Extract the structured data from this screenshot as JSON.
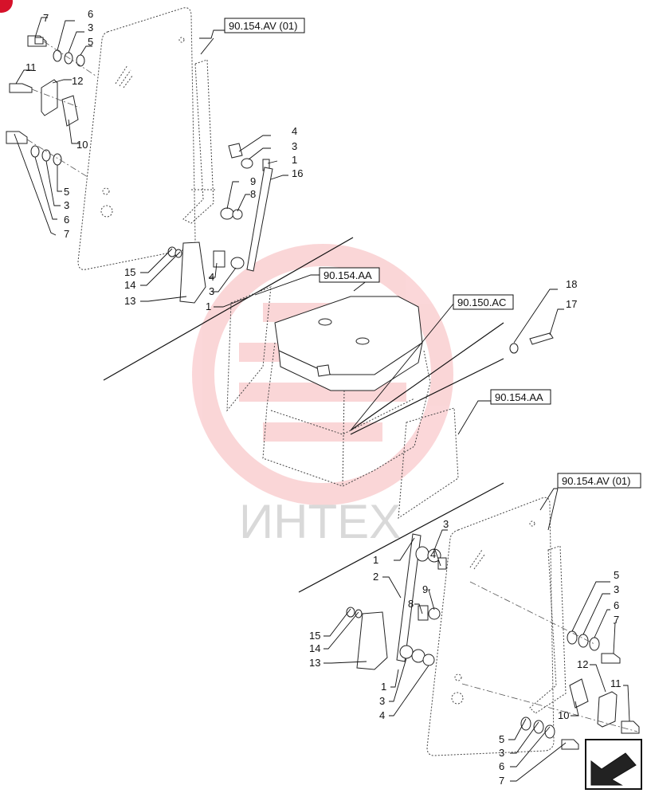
{
  "watermark": {
    "text": "ИНТЕХ",
    "color": "#e8202a"
  },
  "refs": {
    "top_glass": "90.154.AV (01)",
    "top_door": "90.154.AA",
    "cab": "90.150.AC",
    "right_door": "90.154.AA",
    "bottom_glass": "90.154.AV (01)"
  },
  "labels": {
    "a7": "7",
    "a6": "6",
    "a3": "3",
    "a5": "5",
    "a11": "11",
    "a12": "12",
    "a10": "10",
    "b5": "5",
    "b3": "3",
    "b6": "6",
    "b7": "7",
    "c4": "4",
    "c3": "3",
    "c1": "1",
    "c16": "16",
    "c9": "9",
    "c8": "8",
    "d15": "15",
    "d14": "14",
    "d13": "13",
    "d4": "4",
    "d3": "3",
    "d1": "1",
    "e18": "18",
    "e17": "17",
    "f3": "3",
    "f1": "1",
    "f4": "4",
    "f2": "2",
    "f9": "9",
    "f8": "8",
    "f15": "15",
    "f14": "14",
    "f13": "13",
    "f1b": "1",
    "f3b": "3",
    "f4b": "4",
    "g5": "5",
    "g3": "3",
    "g6": "6",
    "g7": "7",
    "g12": "12",
    "g11": "11",
    "g10": "10",
    "h5": "5",
    "h3": "3",
    "h6": "6",
    "h7": "7"
  }
}
